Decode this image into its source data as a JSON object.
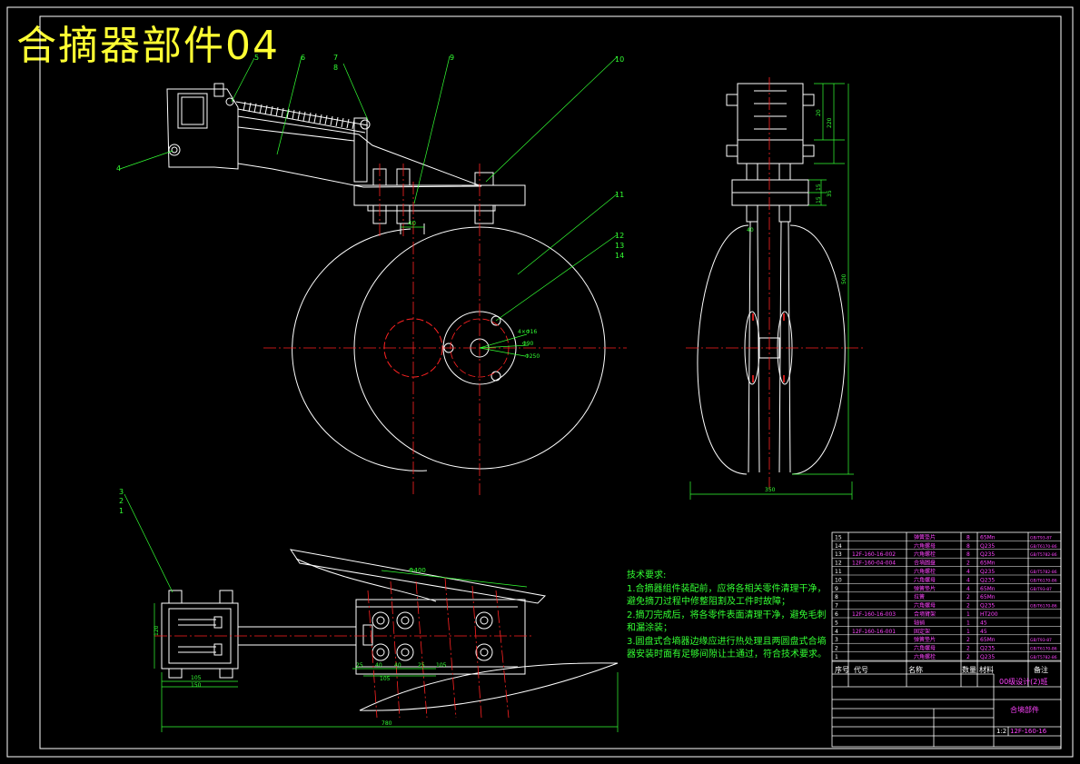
{
  "title": "合摘器部件04",
  "balloons": [
    "1",
    "2",
    "3",
    "4",
    "5",
    "6",
    "7",
    "8",
    "9",
    "10",
    "11",
    "12",
    "13",
    "14"
  ],
  "notes": {
    "heading": "技术要求:",
    "lines": [
      "1.合摘器组件装配前，应将各相关零件清理干净，避免摘刀过程中修整阻割及工件时故障；",
      "2.摘刀完成后，将各零件表面清理干净，避免毛刺和漏涂装；",
      "3.圆盘式合墒器边缘应进行热处理且两圆盘式合墒器安装时面有足够间隙让土通过，符合技术要求。"
    ]
  },
  "dims": {
    "front": [
      "40",
      "4×Φ16",
      "Φ90",
      "Φ250"
    ],
    "side": [
      "20",
      "220",
      "15",
      "15",
      "35",
      "500",
      "350",
      "40"
    ],
    "plan": [
      "Φ400",
      "120",
      "25",
      "40",
      "40",
      "105",
      "25",
      "105",
      "105",
      "150",
      "780"
    ]
  },
  "title_block": {
    "design": "00级设计(2)班",
    "name": "合墒部件",
    "drawing_no": "12F-160-16",
    "scale": "1:2",
    "header": [
      "序号",
      "代号",
      "名称",
      "数量",
      "材料",
      "备注"
    ],
    "rows": [
      {
        "code": "",
        "name": "弹簧垫片",
        "qty": "8",
        "mat": "65Mn",
        "note": "GB/T93-87"
      },
      {
        "code": "",
        "name": "六角螺母",
        "qty": "8",
        "mat": "Q235",
        "note": "GB/T6170-86"
      },
      {
        "code": "12F-160-16-002",
        "name": "六角螺栓",
        "qty": "8",
        "mat": "Q235",
        "note": "GB/T5782-86"
      },
      {
        "code": "12F-160-04-004",
        "name": "合墒圆盘",
        "qty": "2",
        "mat": "65Mn",
        "note": ""
      },
      {
        "code": "",
        "name": "六角螺栓",
        "qty": "4",
        "mat": "Q235",
        "note": "GB/T5782-86"
      },
      {
        "code": "",
        "name": "六角螺母",
        "qty": "4",
        "mat": "Q235",
        "note": "GB/T6170-86"
      },
      {
        "code": "",
        "name": "弹簧垫片",
        "qty": "4",
        "mat": "65Mn",
        "note": "GB/T93-87"
      },
      {
        "code": "",
        "name": "拉簧",
        "qty": "2",
        "mat": "65Mn",
        "note": ""
      },
      {
        "code": "",
        "name": "六角螺母",
        "qty": "2",
        "mat": "Q235",
        "note": "GB/T6170-86"
      },
      {
        "code": "12F-160-16-003",
        "name": "合墒臂架",
        "qty": "1",
        "mat": "HT200",
        "note": ""
      },
      {
        "code": "",
        "name": "轴销",
        "qty": "1",
        "mat": "45",
        "note": ""
      },
      {
        "code": "12F-160-16-001",
        "name": "固定架",
        "qty": "1",
        "mat": "45",
        "note": ""
      },
      {
        "code": "",
        "name": "弹簧垫片",
        "qty": "2",
        "mat": "65Mn",
        "note": "GB/T93-87"
      },
      {
        "code": "",
        "name": "六角螺母",
        "qty": "2",
        "mat": "Q235",
        "note": "GB/T6170-86"
      },
      {
        "code": "",
        "name": "六角螺栓",
        "qty": "2",
        "mat": "Q235",
        "note": "GB/T5782-86"
      }
    ]
  }
}
